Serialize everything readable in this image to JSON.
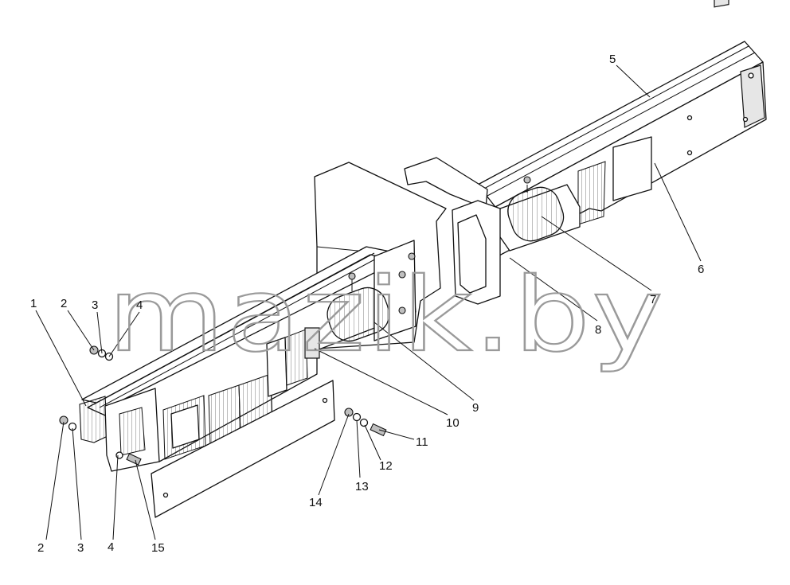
{
  "watermark": "mazik.by",
  "callouts": [
    "1",
    "2",
    "3",
    "4",
    "2",
    "3",
    "4",
    "15",
    "5",
    "6",
    "7",
    "8",
    "9",
    "10",
    "11",
    "12",
    "13",
    "14"
  ]
}
